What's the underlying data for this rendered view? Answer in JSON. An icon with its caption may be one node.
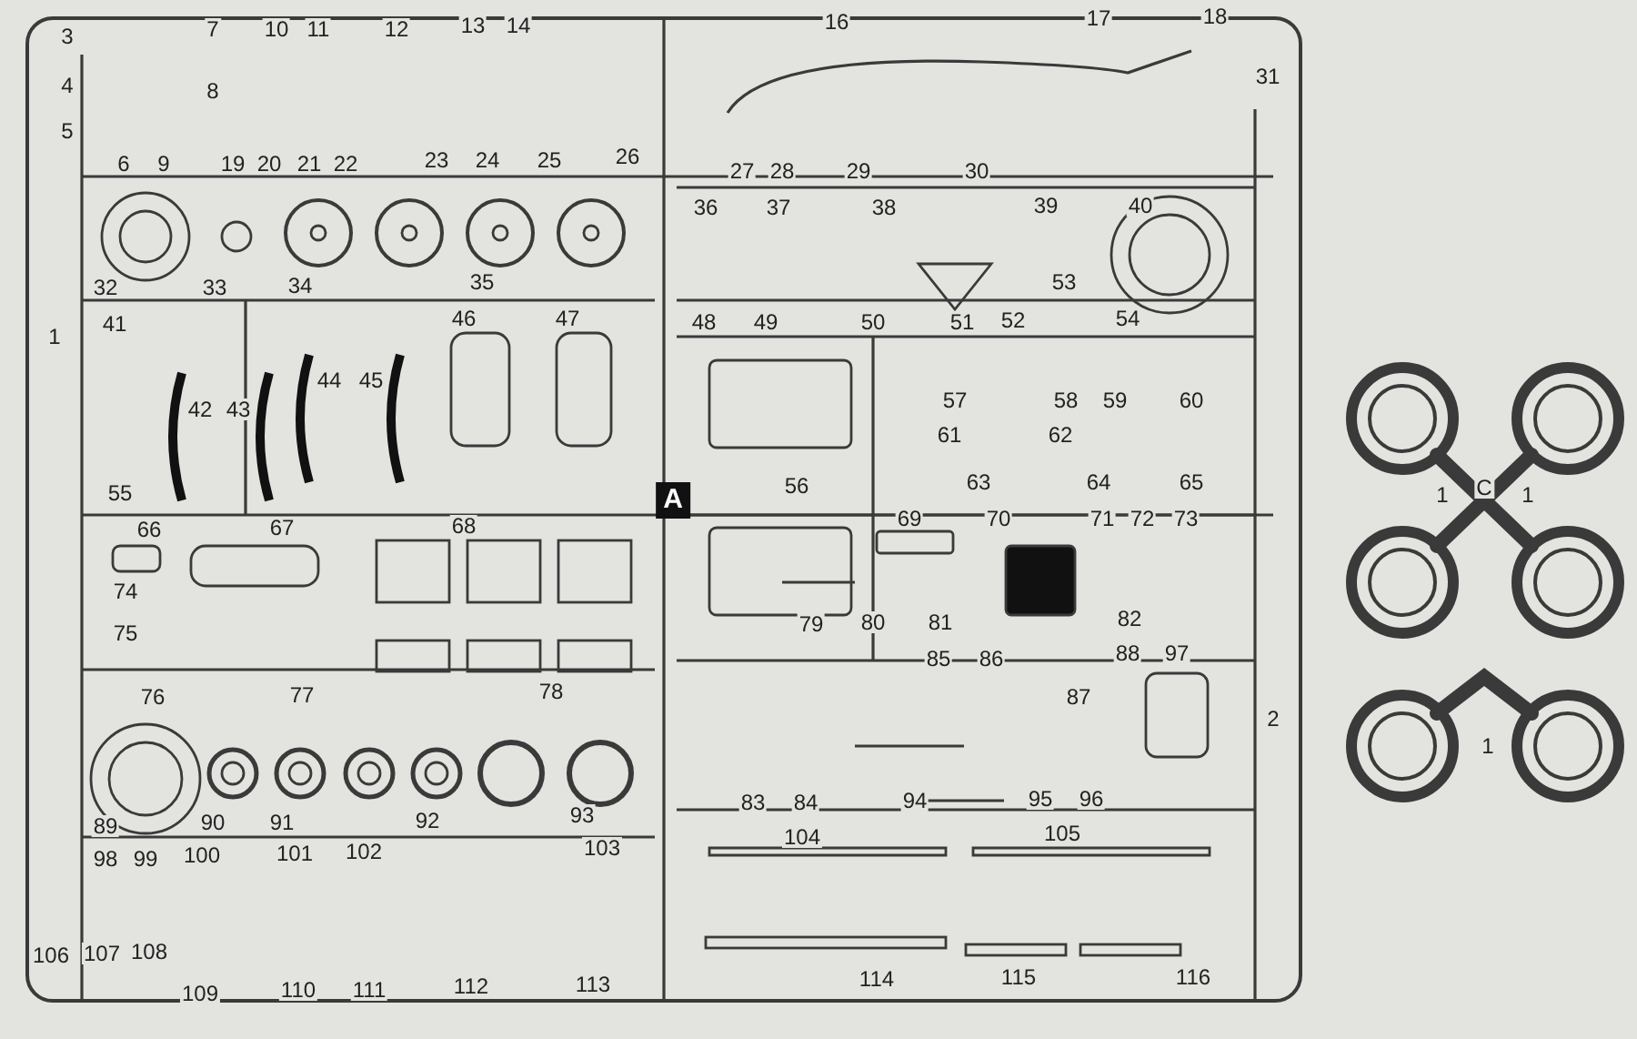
{
  "diagram": {
    "labels": [
      "3",
      "4",
      "5",
      "6",
      "7",
      "8",
      "9",
      "10",
      "11",
      "12",
      "13",
      "14",
      "19",
      "20",
      "21",
      "22",
      "23",
      "24",
      "25",
      "26",
      "32",
      "33",
      "34",
      "35",
      "41",
      "46",
      "47",
      "16",
      "17",
      "18",
      "31",
      "27",
      "28",
      "29",
      "30",
      "36",
      "37",
      "38",
      "39",
      "40",
      "53",
      "48",
      "49",
      "50",
      "51",
      "52",
      "54",
      "1",
      "42",
      "43",
      "44",
      "45",
      "55",
      "66",
      "67",
      "68",
      "74",
      "75",
      "A",
      "57",
      "58",
      "59",
      "60",
      "61",
      "62",
      "56",
      "63",
      "64",
      "65",
      "69",
      "70",
      "71",
      "72",
      "73",
      "79",
      "80",
      "81",
      "82",
      "85",
      "86",
      "88",
      "97",
      "76",
      "77",
      "78",
      "89",
      "90",
      "91",
      "92",
      "93",
      "98",
      "99",
      "100",
      "101",
      "102",
      "103",
      "106",
      "107",
      "108",
      "109",
      "110",
      "111",
      "112",
      "113",
      "87",
      "2",
      "83",
      "84",
      "94",
      "95",
      "96",
      "104",
      "105",
      "114",
      "115",
      "116",
      "1",
      "C",
      "1",
      "1"
    ]
  }
}
